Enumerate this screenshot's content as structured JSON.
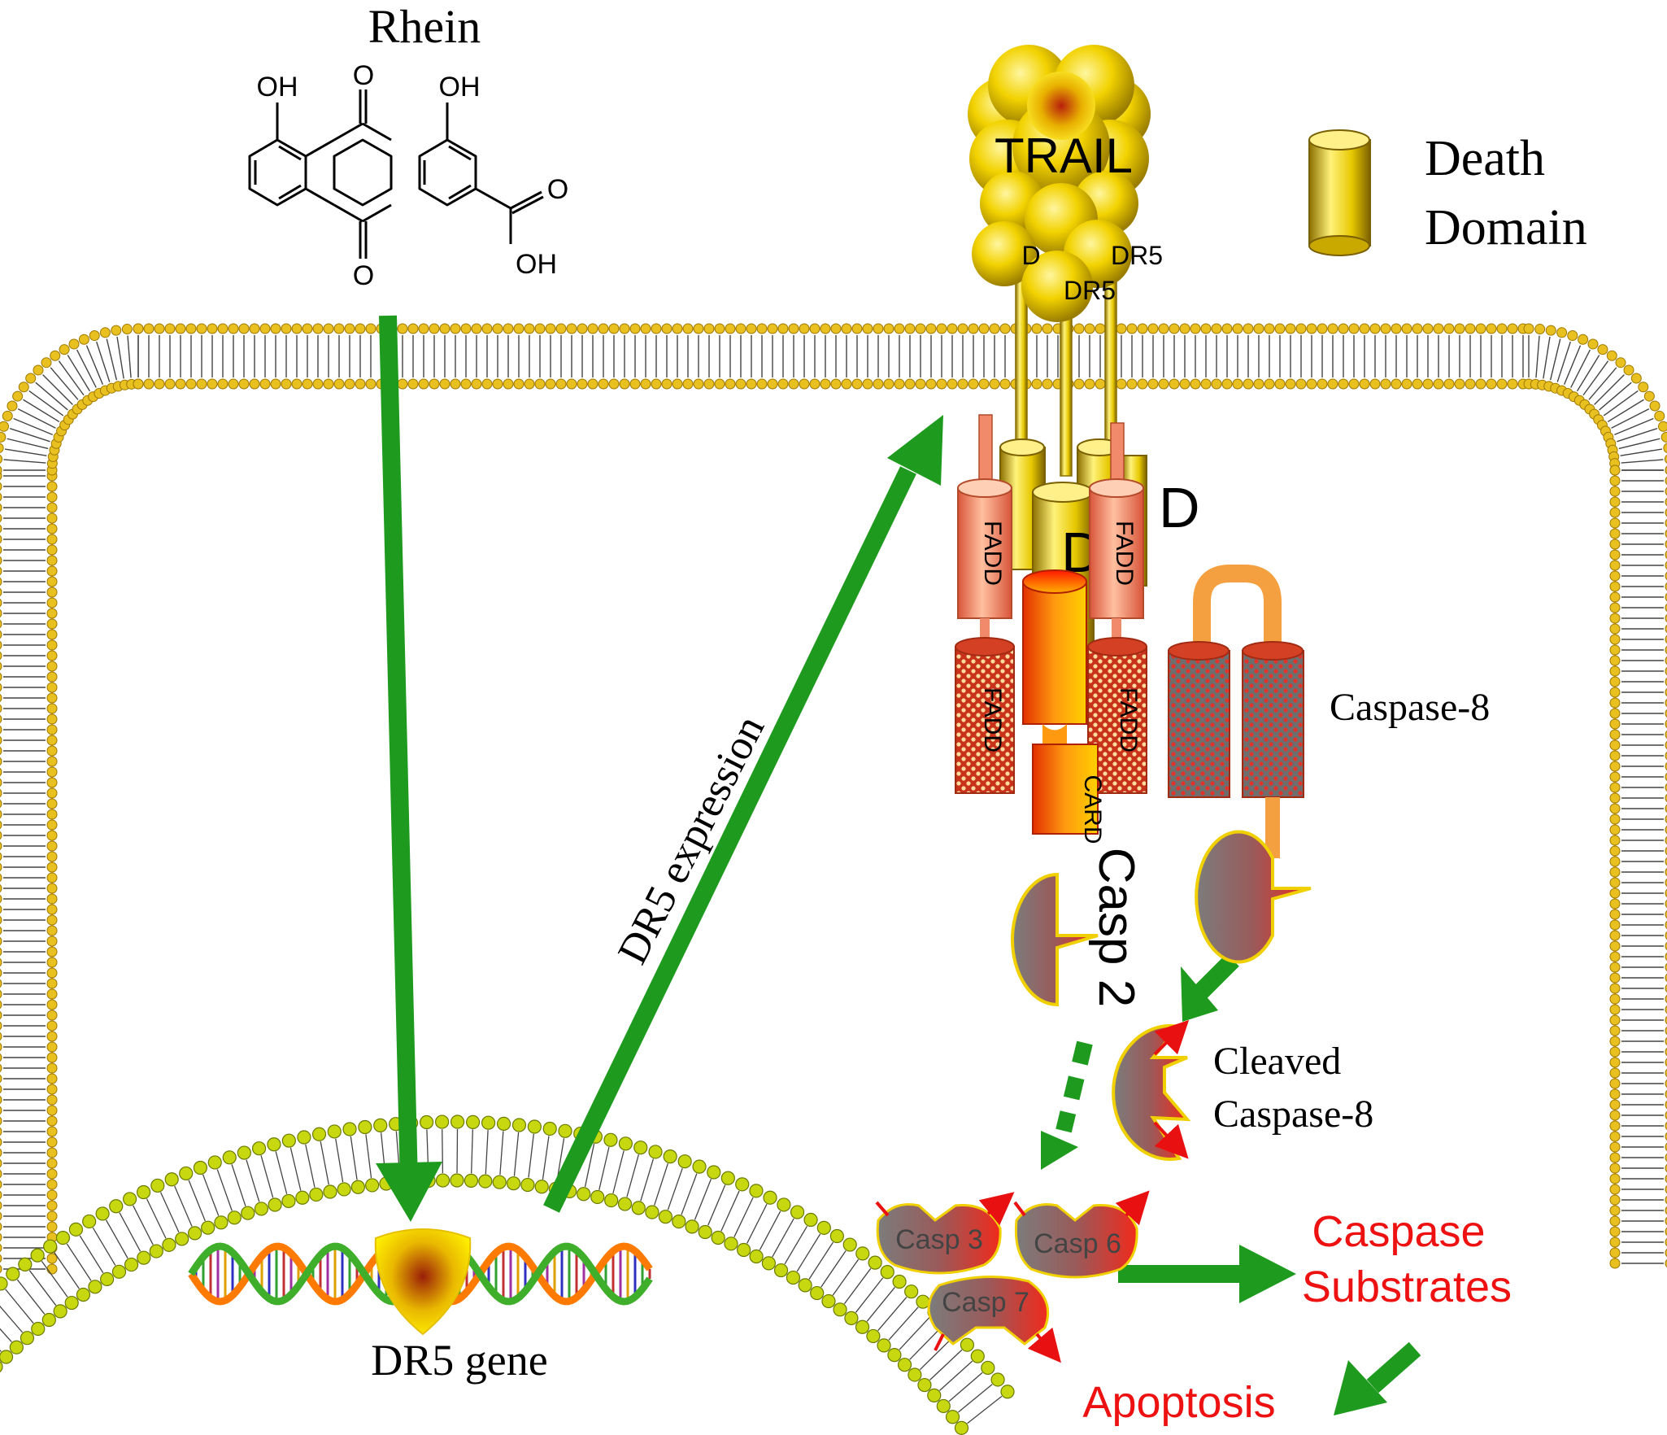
{
  "compound": {
    "name": "Rhein",
    "atoms": {
      "oh_left": "OH",
      "oh_right": "OH",
      "o_top": "O",
      "o_bottom": "O",
      "o_acid": "O",
      "oh_acid": "OH"
    }
  },
  "legend": {
    "line1": "Death",
    "line2": "Domain"
  },
  "receptor": {
    "ligand": "TRAIL",
    "dr5_a": "DR5",
    "dr5_b": "DR5",
    "dr5_c": "D",
    "dd_text_a": "D",
    "dd_text_b": "D",
    "fadd_labels": [
      "FADD",
      "FADD",
      "FADD",
      "FADD"
    ],
    "card": "CARD",
    "casp2": "Casp 2"
  },
  "labels": {
    "caspase8": "Caspase-8",
    "cleaved_line1": "Cleaved",
    "cleaved_line2": "Caspase-8",
    "casp3": "Casp 3",
    "casp6": "Casp 6",
    "casp7": "Casp 7",
    "substrates_line1": "Caspase",
    "substrates_line2": "Substrates",
    "apoptosis": "Apoptosis",
    "dr5_expression": "DR5 expression",
    "dr5_gene": "DR5 gene"
  },
  "colors": {
    "arrow_green": "#1e9b1e",
    "red_text": "#ee1111",
    "membrane_gold": "#d4a017",
    "nucleus_green": "#b5cc10"
  }
}
